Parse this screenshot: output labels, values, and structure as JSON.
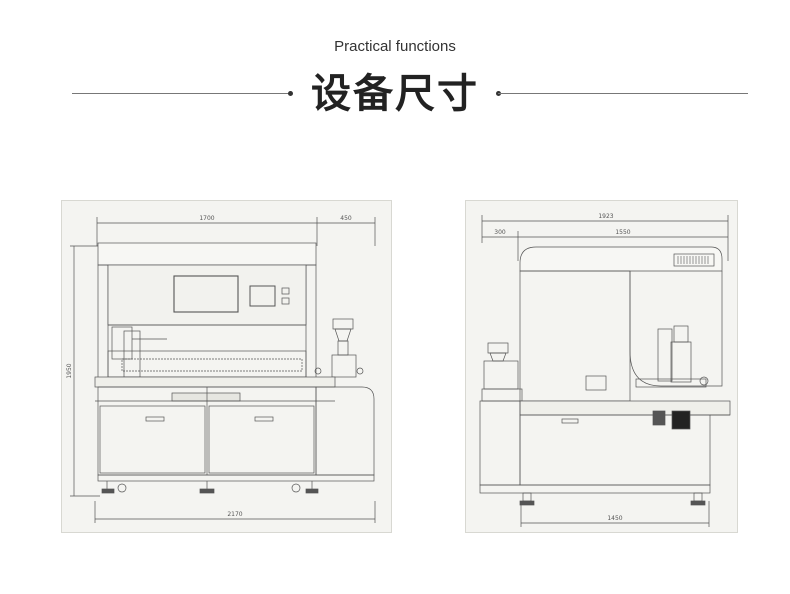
{
  "header": {
    "subtitle": "Practical functions",
    "title": "设备尺寸"
  },
  "front_view": {
    "dim_width_main": "1700",
    "dim_width_side": "450",
    "dim_total_width": "2170",
    "dim_height": "1950"
  },
  "side_view": {
    "dim_total_depth": "1923",
    "dim_left": "300",
    "dim_right": "1550",
    "dim_base": "1450"
  }
}
